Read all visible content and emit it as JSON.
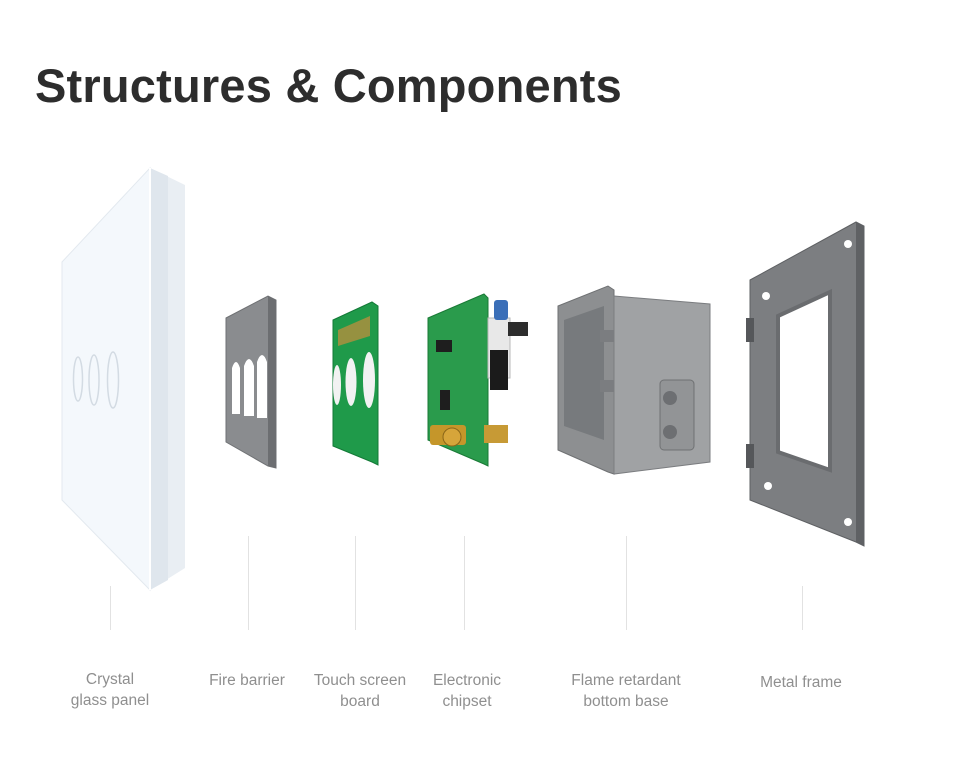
{
  "title": "Structures & Components",
  "components": [
    {
      "label": "Crystal\nglass panel"
    },
    {
      "label": "Fire barrier"
    },
    {
      "label": "Touch screen\nboard"
    },
    {
      "label": "Electronic\nchipset"
    },
    {
      "label": "Flame retardant\nbottom base"
    },
    {
      "label": "Metal frame"
    }
  ],
  "colors": {
    "title": "#2d2d2d",
    "caption": "#8f8f8f",
    "glass": "#f3f8fd",
    "barrier": "#8a8c8f",
    "pcb": "#1f9a4a",
    "base": "#8d8f91",
    "frame": "#7c7e81"
  }
}
